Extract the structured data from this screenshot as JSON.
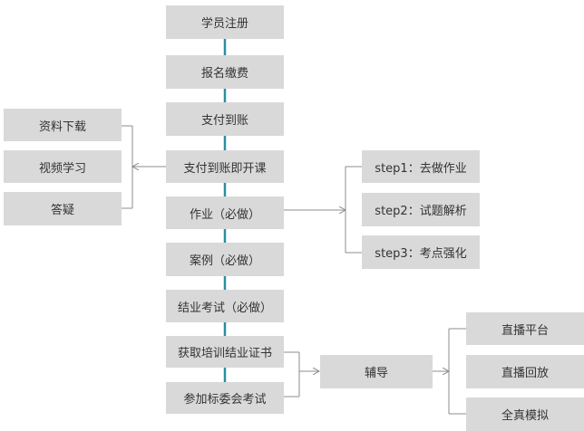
{
  "main_flow": [
    "学员注册",
    "报名缴费",
    "支付到账",
    "支付到账即开课",
    "作业（必做）",
    "案例（必做）",
    "结业考试（必做）",
    "获取培训结业证书",
    "参加标委会考试"
  ],
  "left_branch": [
    "资料下载",
    "视频学习",
    "答疑"
  ],
  "homework_steps": [
    "step1：去做作业",
    "step2：试题解析",
    "step3：考点强化"
  ],
  "tutoring": {
    "label": "辅导",
    "items": [
      "直播平台",
      "直播回放",
      "全真模拟"
    ]
  },
  "colors": {
    "box_fill": "#d9d9d9",
    "main_connector": "#2a8fa0",
    "branch_line": "#8c8c8c",
    "text": "#333333"
  }
}
